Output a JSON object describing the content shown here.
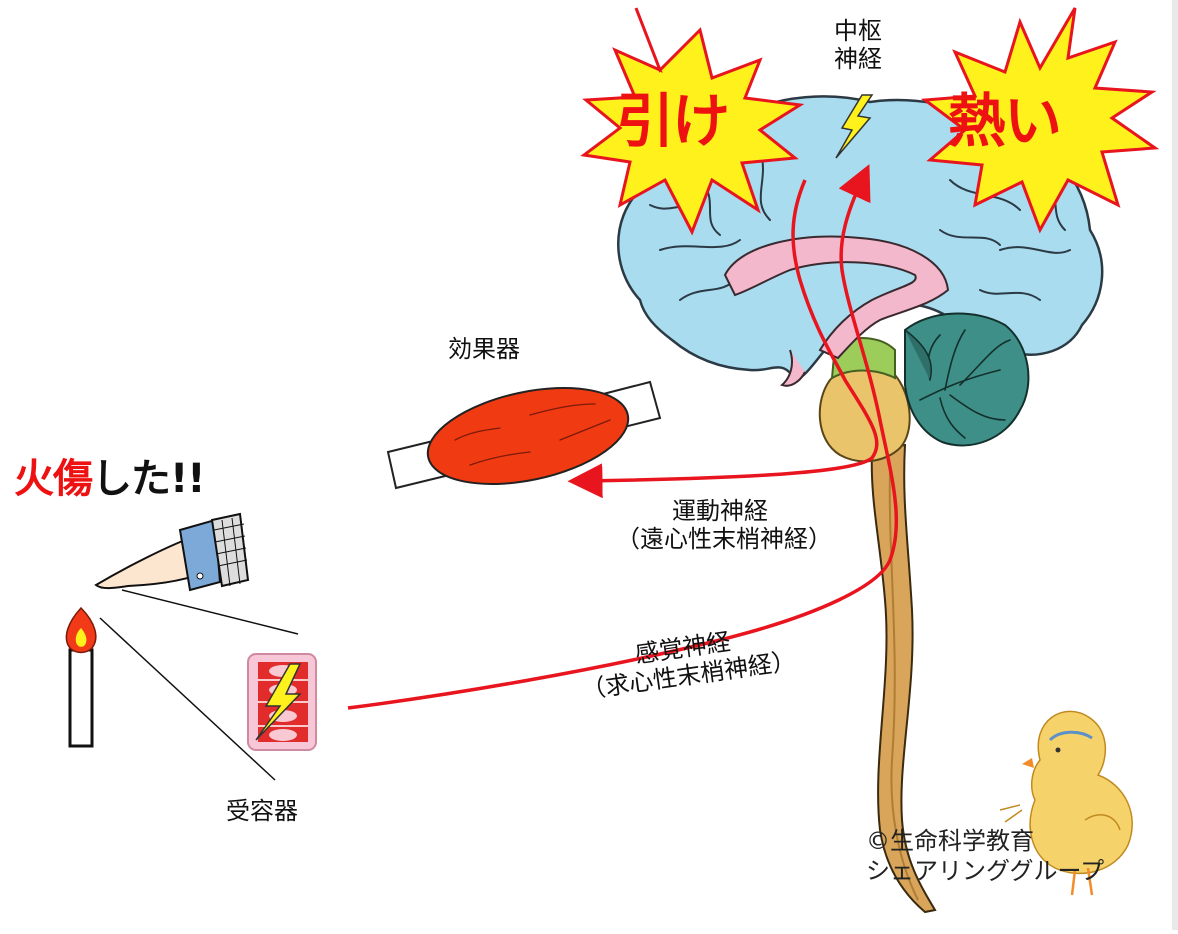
{
  "burn_label": {
    "red_part": "火傷",
    "black_part": "した!!"
  },
  "central_nerve": {
    "line1": "中枢",
    "line2": "神経"
  },
  "burst_left": "引け",
  "burst_right": "熱い",
  "effector": "効果器",
  "motor_nerve": {
    "line1": "運動神経",
    "line2": "（遠心性末梢神経）"
  },
  "sensory_nerve": {
    "line1": "感覚神経",
    "line2": "（求心性末梢神経）"
  },
  "receptor": "受容器",
  "copyright": {
    "line1": "©生命科学教育",
    "line2": "シェアリンググループ"
  },
  "colors": {
    "brain": "#a9dcef",
    "limbic": "#f4b8cc",
    "cerebellum": "#3e8f88",
    "brainstem": "#e9c46a",
    "spinal_cord": "#d9a55a",
    "nerve_arrow": "#e8141e",
    "burst_fill": "#fff21c",
    "burst_text": "#ee1111",
    "muscle": "#f03a12"
  }
}
